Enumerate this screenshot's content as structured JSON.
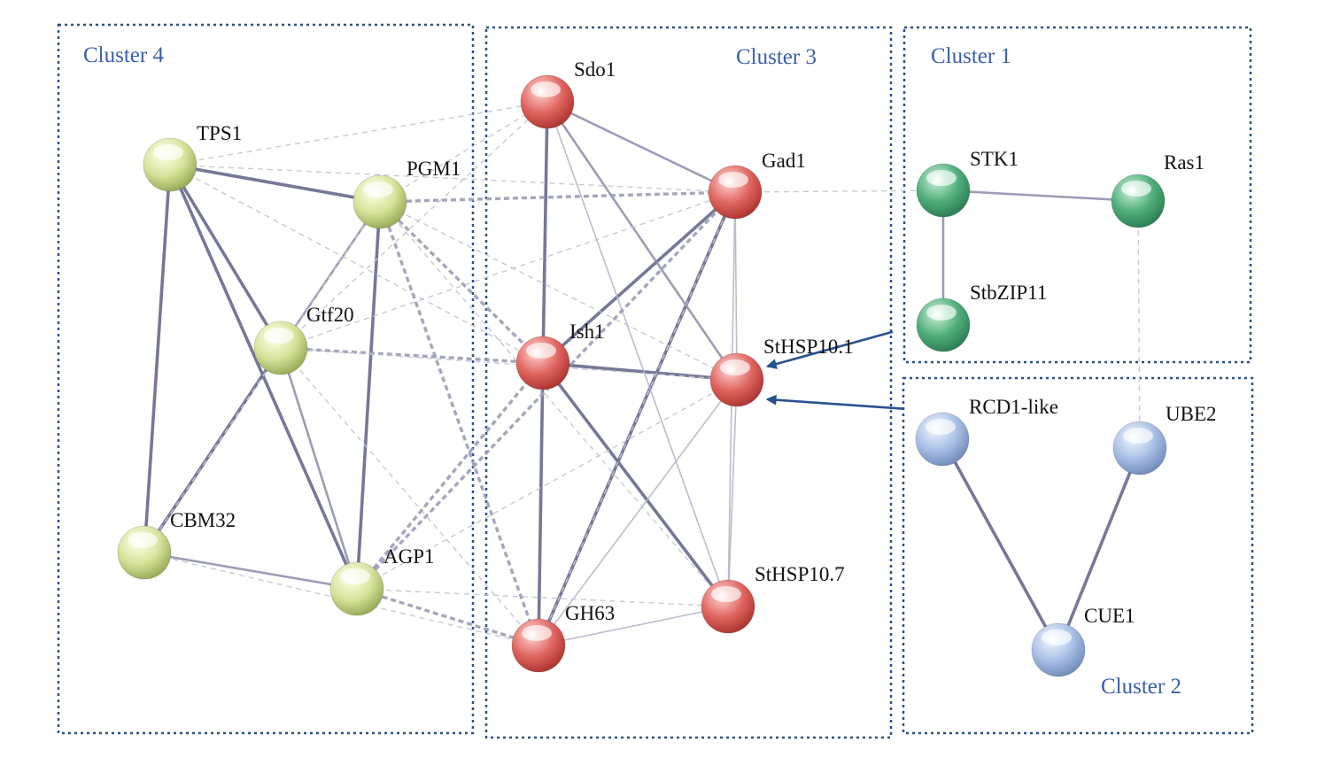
{
  "clusters": [
    {
      "id": "c4",
      "label": "Cluster 4"
    },
    {
      "id": "c3",
      "label": "Cluster 3"
    },
    {
      "id": "c1",
      "label": "Cluster 1"
    },
    {
      "id": "c2",
      "label": "Cluster 2"
    }
  ],
  "nodes": [
    {
      "id": "TPS1",
      "label": "TPS1",
      "cluster": "c4",
      "color": "green-yellow"
    },
    {
      "id": "PGM1",
      "label": "PGM1",
      "cluster": "c4",
      "color": "green-yellow"
    },
    {
      "id": "Gtf20",
      "label": "Gtf20",
      "cluster": "c4",
      "color": "green-yellow"
    },
    {
      "id": "CBM32",
      "label": "CBM32",
      "cluster": "c4",
      "color": "green-yellow"
    },
    {
      "id": "AGP1",
      "label": "AGP1",
      "cluster": "c4",
      "color": "green-yellow"
    },
    {
      "id": "Sdo1",
      "label": "Sdo1",
      "cluster": "c3",
      "color": "red"
    },
    {
      "id": "Gad1",
      "label": "Gad1",
      "cluster": "c3",
      "color": "red"
    },
    {
      "id": "Ish1",
      "label": "Ish1",
      "cluster": "c3",
      "color": "red"
    },
    {
      "id": "StHSP10.1",
      "label": "StHSP10.1",
      "cluster": "c3",
      "color": "red"
    },
    {
      "id": "StHSP10.7",
      "label": "StHSP10.7",
      "cluster": "c3",
      "color": "red"
    },
    {
      "id": "GH63",
      "label": "GH63",
      "cluster": "c3",
      "color": "red"
    },
    {
      "id": "STK1",
      "label": "STK1",
      "cluster": "c1",
      "color": "green"
    },
    {
      "id": "Ras1",
      "label": "Ras1",
      "cluster": "c1",
      "color": "green"
    },
    {
      "id": "StbZIP11",
      "label": "StbZIP11",
      "cluster": "c1",
      "color": "green"
    },
    {
      "id": "RCD1-like",
      "label": "RCD1-like",
      "cluster": "c2",
      "color": "blue"
    },
    {
      "id": "UBE2",
      "label": "UBE2",
      "cluster": "c2",
      "color": "blue"
    },
    {
      "id": "CUE1",
      "label": "CUE1",
      "cluster": "c2",
      "color": "blue"
    }
  ],
  "edges": [
    {
      "a": "TPS1",
      "b": "PGM1",
      "style": "strong"
    },
    {
      "a": "TPS1",
      "b": "Gtf20",
      "style": "strong"
    },
    {
      "a": "TPS1",
      "b": "CBM32",
      "style": "strong"
    },
    {
      "a": "TPS1",
      "b": "AGP1",
      "style": "strong"
    },
    {
      "a": "PGM1",
      "b": "AGP1",
      "style": "strong"
    },
    {
      "a": "Gtf20",
      "b": "CBM32",
      "style": "strong"
    },
    {
      "a": "Ish1",
      "b": "Sdo1",
      "style": "strong"
    },
    {
      "a": "Ish1",
      "b": "GH63",
      "style": "strong"
    },
    {
      "a": "Ish1",
      "b": "StHSP10.7",
      "style": "strong"
    },
    {
      "a": "Ish1",
      "b": "StHSP10.1",
      "style": "strong"
    },
    {
      "a": "Ish1",
      "b": "Gad1",
      "style": "strong"
    },
    {
      "a": "Gad1",
      "b": "GH63",
      "style": "strong"
    },
    {
      "a": "RCD1-like",
      "b": "CUE1",
      "style": "strong"
    },
    {
      "a": "UBE2",
      "b": "CUE1",
      "style": "strong"
    },
    {
      "a": "STK1",
      "b": "Ras1",
      "style": "medium"
    },
    {
      "a": "STK1",
      "b": "StbZIP11",
      "style": "medium"
    },
    {
      "a": "PGM1",
      "b": "Gtf20",
      "style": "medium"
    },
    {
      "a": "Gtf20",
      "b": "AGP1",
      "style": "medium"
    },
    {
      "a": "CBM32",
      "b": "AGP1",
      "style": "medium"
    },
    {
      "a": "Sdo1",
      "b": "Gad1",
      "style": "medium"
    },
    {
      "a": "Sdo1",
      "b": "StHSP10.1",
      "style": "medium"
    },
    {
      "a": "Sdo1",
      "b": "StHSP10.7",
      "style": "light"
    },
    {
      "a": "GH63",
      "b": "StHSP10.1",
      "style": "light"
    },
    {
      "a": "Gad1",
      "b": "StHSP10.1",
      "style": "light"
    },
    {
      "a": "Gad1",
      "b": "StHSP10.7",
      "style": "light"
    },
    {
      "a": "StHSP10.1",
      "b": "StHSP10.7",
      "style": "light"
    },
    {
      "a": "GH63",
      "b": "StHSP10.7",
      "style": "light"
    },
    {
      "a": "TPS1",
      "b": "Sdo1",
      "style": "dashed-light"
    },
    {
      "a": "TPS1",
      "b": "Gad1",
      "style": "dashed-light"
    },
    {
      "a": "TPS1",
      "b": "Ish1",
      "style": "dashed-light"
    },
    {
      "a": "PGM1",
      "b": "Gad1",
      "style": "dashed-strong"
    },
    {
      "a": "PGM1",
      "b": "Sdo1",
      "style": "dashed-light"
    },
    {
      "a": "PGM1",
      "b": "Ish1",
      "style": "dashed-strong"
    },
    {
      "a": "PGM1",
      "b": "GH63",
      "style": "dashed-strong"
    },
    {
      "a": "PGM1",
      "b": "StHSP10.1",
      "style": "dashed-light"
    },
    {
      "a": "PGM1",
      "b": "StHSP10.7",
      "style": "dashed-light"
    },
    {
      "a": "PGM1",
      "b": "CBM32",
      "style": "dashed-light"
    },
    {
      "a": "Gtf20",
      "b": "Ish1",
      "style": "dashed-strong"
    },
    {
      "a": "Gtf20",
      "b": "Sdo1",
      "style": "dashed-light"
    },
    {
      "a": "Gtf20",
      "b": "Gad1",
      "style": "dashed-light"
    },
    {
      "a": "Gtf20",
      "b": "StHSP10.1",
      "style": "dashed-light"
    },
    {
      "a": "Gtf20",
      "b": "GH63",
      "style": "dashed-light"
    },
    {
      "a": "AGP1",
      "b": "Ish1",
      "style": "dashed-strong"
    },
    {
      "a": "AGP1",
      "b": "GH63",
      "style": "dashed-strong"
    },
    {
      "a": "AGP1",
      "b": "Gad1",
      "style": "dashed-strong"
    },
    {
      "a": "AGP1",
      "b": "StHSP10.1",
      "style": "dashed-light"
    },
    {
      "a": "AGP1",
      "b": "StHSP10.7",
      "style": "dashed-light"
    },
    {
      "a": "CBM32",
      "b": "GH63",
      "style": "dashed-light"
    },
    {
      "a": "GH63",
      "b": "Gad1",
      "style": "dashed-light"
    },
    {
      "a": "Gad1",
      "b": "STK1",
      "style": "dashed-light"
    },
    {
      "a": "Ras1",
      "b": "UBE2",
      "style": "dashed-light"
    }
  ],
  "arrows": [
    {
      "from": "StbZIP11",
      "to": "StHSP10.1"
    },
    {
      "from": "RCD1-like",
      "to": "StHSP10.1"
    }
  ],
  "colors": {
    "cluster_border": "#2f4f8a",
    "cluster_label": "#3a5faa",
    "arrow": "#27528f",
    "edge": "#6e7190"
  }
}
